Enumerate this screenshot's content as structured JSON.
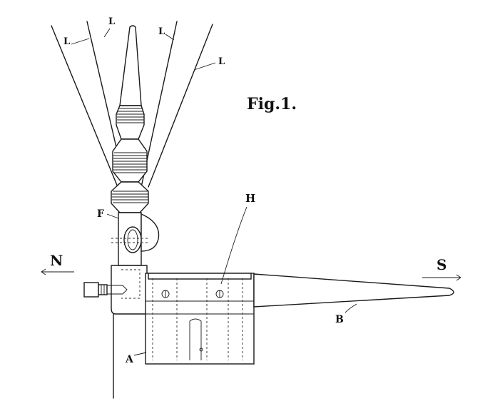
{
  "figure": {
    "caption": "Fig.1.",
    "labels": {
      "L": "L",
      "H": "H",
      "F": "F",
      "N": "N",
      "S": "S",
      "A": "A",
      "B": "B"
    }
  },
  "colors": {
    "ink": "#1a1a1a",
    "paper": "#ffffff"
  }
}
